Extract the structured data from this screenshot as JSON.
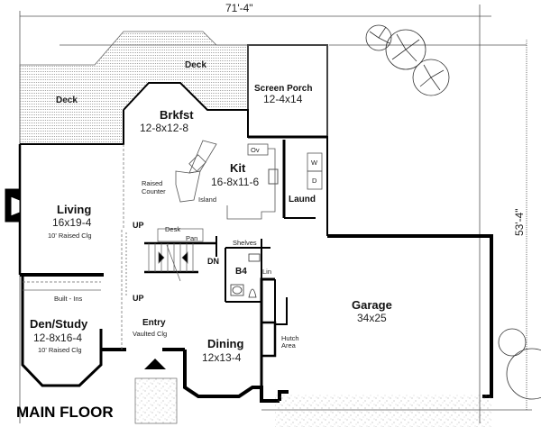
{
  "plan": {
    "title": "MAIN FLOOR",
    "overall_width": "71'-4\"",
    "overall_depth": "53'-4\""
  },
  "rooms": {
    "deck_left": {
      "name": "Deck"
    },
    "deck_top": {
      "name": "Deck"
    },
    "screen_porch": {
      "name": "Screen Porch",
      "dims": "12-4x14"
    },
    "brkfst": {
      "name": "Brkfst",
      "dims": "12-8x12-8"
    },
    "kit": {
      "name": "Kit",
      "dims": "16-8x11-6"
    },
    "laund": {
      "name": "Laund"
    },
    "living": {
      "name": "Living",
      "dims": "16x19-4",
      "note": "10' Raised Clg"
    },
    "den": {
      "name": "Den/Study",
      "dims": "12-8x16-4",
      "note": "10' Raised Clg"
    },
    "entry": {
      "name": "Entry",
      "note": "Vaulted Clg"
    },
    "dining": {
      "name": "Dining",
      "dims": "12x13-4"
    },
    "garage": {
      "name": "Garage",
      "dims": "34x25"
    },
    "bath": {
      "name": "B4"
    }
  },
  "labels": {
    "raised_counter": "Raised Counter",
    "raised_counter_1": "Raised",
    "raised_counter_2": "Counter",
    "island": "Island",
    "oven": "Ov",
    "washer": "W",
    "dryer": "D",
    "desk": "Desk",
    "pantry": "Pan",
    "shelves": "Shelves",
    "linen": "Lin",
    "built_ins": "Built - Ins",
    "hutch_1": "Hutch",
    "hutch_2": "Area",
    "stairs_up_1": "UP",
    "stairs_up_2": "UP",
    "stairs_down": "DN"
  }
}
